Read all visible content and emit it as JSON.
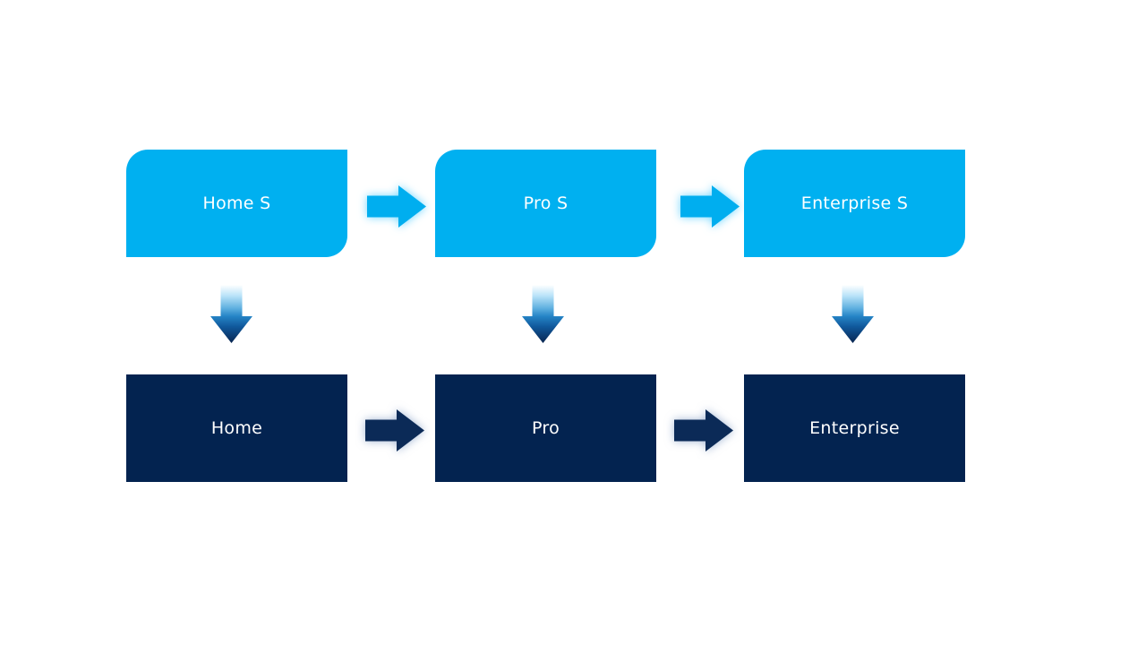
{
  "diagram": {
    "top_row": [
      {
        "label": "Home S"
      },
      {
        "label": "Pro S"
      },
      {
        "label": "Enterprise S"
      }
    ],
    "bottom_row": [
      {
        "label": "Home"
      },
      {
        "label": "Pro"
      },
      {
        "label": "Enterprise"
      }
    ],
    "colors": {
      "background": "#FFFFFF",
      "top_box_fill": "#00B0F0",
      "bottom_box_fill": "#032350",
      "label_text": "#FFFFFF",
      "top_arrow_fill": "#00AEEF",
      "bottom_arrow_fill": "#0B2A57",
      "down_arrow_stop_0": "#FFFFFF",
      "down_arrow_stop_1": "#BCE4F9",
      "down_arrow_stop_2": "#5FB0E0",
      "down_arrow_stop_3": "#2584C6",
      "down_arrow_stop_4": "#10589B",
      "down_arrow_stop_5": "#092550"
    }
  }
}
